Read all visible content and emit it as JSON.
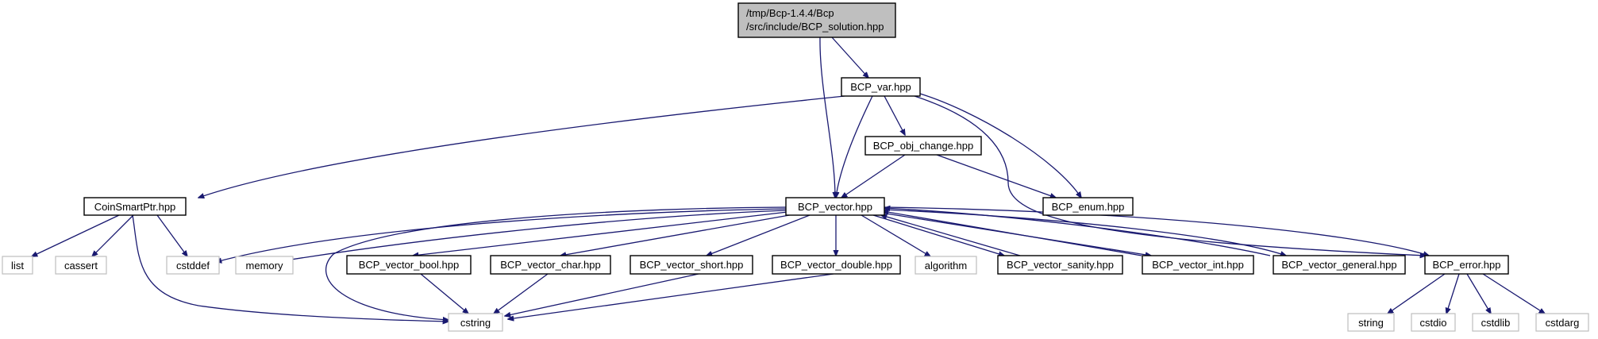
{
  "graph": {
    "nodes": {
      "root_line1": "/tmp/Bcp-1.4.4/Bcp",
      "root_line2": "/src/include/BCP_solution.hpp",
      "bcp_var": "BCP_var.hpp",
      "bcp_obj_change": "BCP_obj_change.hpp",
      "bcp_enum": "BCP_enum.hpp",
      "coin_smart_ptr": "CoinSmartPtr.hpp",
      "bcp_vector": "BCP_vector.hpp",
      "list": "list",
      "cassert": "cassert",
      "cstddef": "cstddef",
      "memory": "memory",
      "bcp_vector_bool": "BCP_vector_bool.hpp",
      "bcp_vector_char": "BCP_vector_char.hpp",
      "bcp_vector_short": "BCP_vector_short.hpp",
      "bcp_vector_double": "BCP_vector_double.hpp",
      "algorithm": "algorithm",
      "bcp_vector_sanity": "BCP_vector_sanity.hpp",
      "bcp_vector_int": "BCP_vector_int.hpp",
      "bcp_vector_general": "BCP_vector_general.hpp",
      "bcp_error": "BCP_error.hpp",
      "cstring": "cstring",
      "string": "string",
      "cstdio": "cstdio",
      "cstdlib": "cstdlib",
      "cstdarg": "cstdarg"
    },
    "colors": {
      "edge": "#191970",
      "root_fill": "#bfbfbf",
      "system_header_border": "#bfbfbf"
    }
  }
}
